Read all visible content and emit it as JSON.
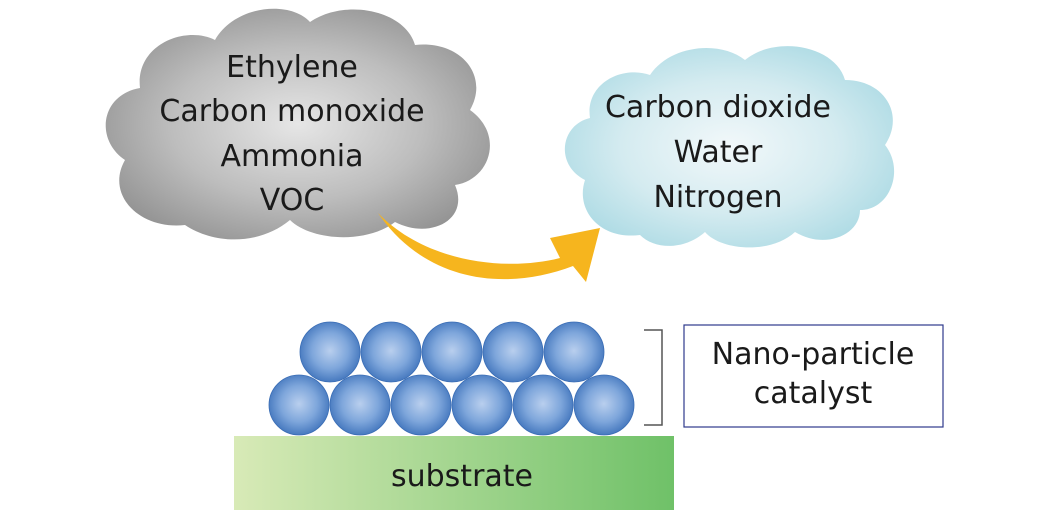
{
  "input_cloud": {
    "lines": [
      "Ethylene",
      "Carbon monoxide",
      "Ammonia",
      "VOC"
    ]
  },
  "output_cloud": {
    "lines": [
      "Carbon dioxide",
      "Water",
      "Nitrogen"
    ]
  },
  "catalyst_label": {
    "lines": [
      "Nano-particle",
      "catalyst"
    ]
  },
  "substrate": {
    "label": "substrate"
  },
  "particles": {
    "top_row_count": 5,
    "bottom_row_count": 6
  },
  "colors": {
    "input_cloud": "#9e9e9e",
    "output_cloud": "#bfe3ea",
    "arrow": "#f6b51e",
    "particle": "#4a7fc4",
    "substrate_start": "#d7e9b4",
    "substrate_end": "#72c26a",
    "label_box_border": "#2e3a8c"
  }
}
